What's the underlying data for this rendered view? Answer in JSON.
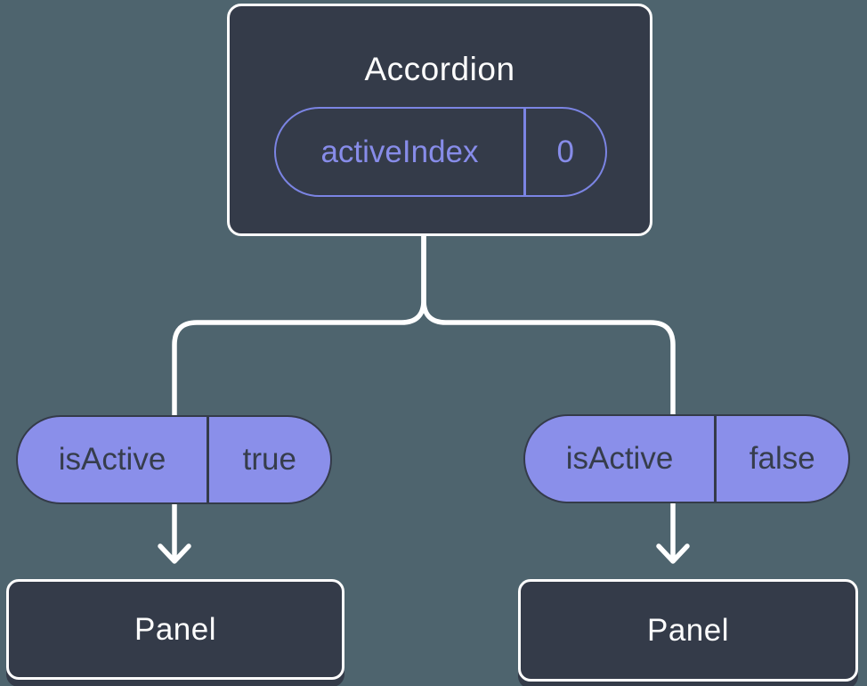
{
  "palette": {
    "background": "#4e646e",
    "node_dark": "#343b49",
    "node_border": "#fdfdfd",
    "purple_fill": "#8a8fea",
    "purple_outline": "#7b84e3",
    "purple_text": "#878ce9",
    "pill_text": "#363d4c",
    "connector": "#ffffff"
  },
  "root": {
    "title": "Accordion",
    "state": {
      "name": "activeIndex",
      "value": "0"
    }
  },
  "children": [
    {
      "prop": {
        "name": "isActive",
        "value": "true"
      },
      "node": "Panel"
    },
    {
      "prop": {
        "name": "isActive",
        "value": "false"
      },
      "node": "Panel"
    }
  ]
}
